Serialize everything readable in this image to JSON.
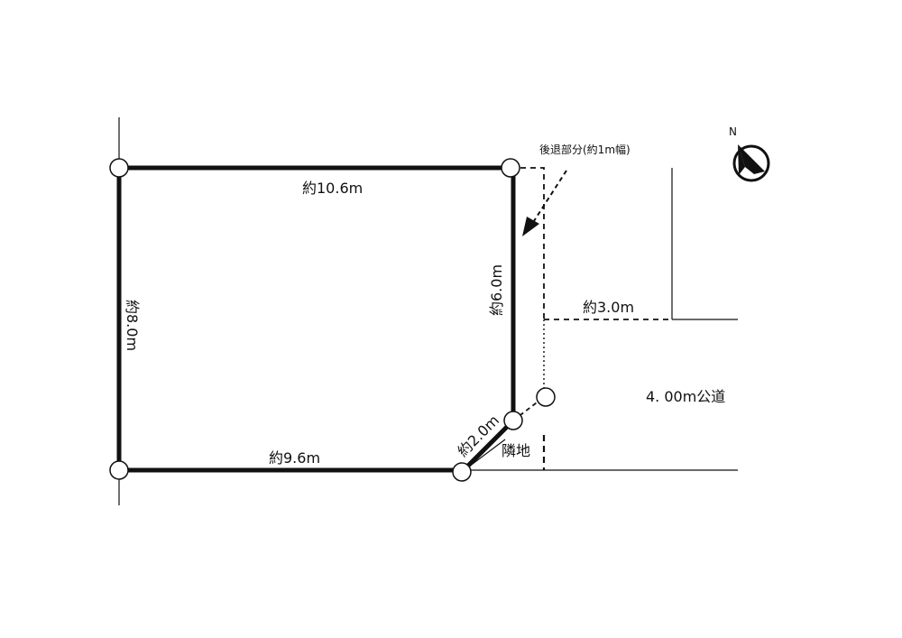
{
  "plot": {
    "top_edge": "約10.6m",
    "left_edge": "約8.0m",
    "right_edge": "約6.0m",
    "bottom_edge": "約9.6m",
    "corner_edge": "約2.0m"
  },
  "setback_note": "後退部分(約1m幅)",
  "neighbor_label": "隣地",
  "road_width_dim": "約3.0m",
  "road_label": "4. 00m公道",
  "compass": {
    "north_label": "N",
    "icon": "north-arrow-icon"
  },
  "colors": {
    "line": "#111111",
    "background": "#ffffff"
  }
}
